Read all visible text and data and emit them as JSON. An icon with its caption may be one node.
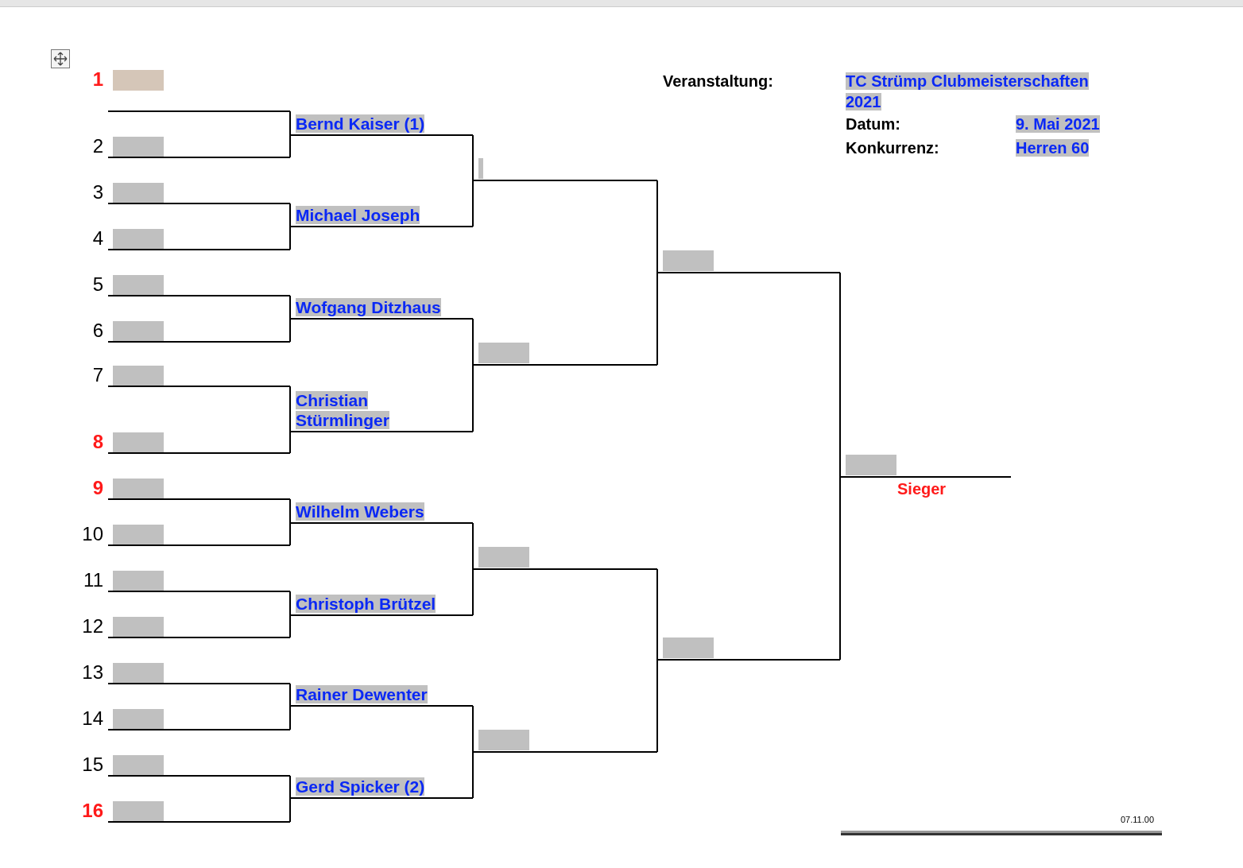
{
  "diagram": {
    "nodes": [
      {
        "text": [
          "1"
        ]
      },
      {
        "text": [
          "2"
        ]
      },
      {
        "text": [
          "3"
        ]
      },
      {
        "text": [
          "4"
        ]
      },
      {
        "text": [
          "5"
        ]
      },
      {
        "text": [
          "6"
        ]
      },
      {
        "text": [
          "7"
        ]
      },
      {
        "text": [
          "8"
        ]
      },
      {
        "text": [
          "9"
        ]
      },
      {
        "text": [
          "10"
        ]
      },
      {
        "text": [
          "11"
        ]
      },
      {
        "text": [
          "12"
        ]
      },
      {
        "text": [
          "13"
        ]
      },
      {
        "text": [
          "14"
        ]
      },
      {
        "text": [
          "15"
        ]
      },
      {
        "text": [
          "16"
        ]
      },
      {
        "text": [
          "Bernd Kaiser (1)"
        ]
      },
      {
        "text": [
          "Michael Joseph"
        ]
      },
      {
        "text": [
          "Wofgang Ditzhaus"
        ]
      },
      {
        "text": [
          "Christian Stürmlinger"
        ]
      },
      {
        "text": [
          "Wilhelm Webers"
        ]
      },
      {
        "text": [
          "Christoph Brützel"
        ]
      },
      {
        "text": [
          "Rainer Dewenter"
        ]
      },
      {
        "text": [
          "Gerd Spicker (2)"
        ]
      },
      {
        "text": [],
        "shape": "bar"
      },
      {
        "text": [],
        "shape": "bar"
      },
      {
        "text": [],
        "shape": "bar"
      },
      {
        "text": [],
        "shape": "bar"
      },
      {
        "text": [],
        "shape": "bar"
      },
      {
        "text": [],
        "shape": "bar"
      },
      {
        "text": [],
        "shape": "bar",
        "beside": [
          "Sieger"
        ]
      }
    ],
    "edges": [
      {
        "from": 0,
        "to": 16,
        "arrow": "none"
      },
      {
        "from": 1,
        "to": 16,
        "arrow": "none"
      },
      {
        "from": 2,
        "to": 17,
        "arrow": "none"
      },
      {
        "from": 3,
        "to": 17,
        "arrow": "none"
      },
      {
        "from": 4,
        "to": 18,
        "arrow": "none"
      },
      {
        "from": 5,
        "to": 18,
        "arrow": "none"
      },
      {
        "from": 6,
        "to": 19,
        "arrow": "none"
      },
      {
        "from": 7,
        "to": 19,
        "arrow": "none"
      },
      {
        "from": 8,
        "to": 20,
        "arrow": "none"
      },
      {
        "from": 9,
        "to": 20,
        "arrow": "none"
      },
      {
        "from": 10,
        "to": 21,
        "arrow": "none"
      },
      {
        "from": 11,
        "to": 21,
        "arrow": "none"
      },
      {
        "from": 12,
        "to": 22,
        "arrow": "none"
      },
      {
        "from": 13,
        "to": 22,
        "arrow": "none"
      },
      {
        "from": 14,
        "to": 23,
        "arrow": "none"
      },
      {
        "from": 15,
        "to": 23,
        "arrow": "none"
      },
      {
        "from": 16,
        "to": 24,
        "arrow": "none"
      },
      {
        "from": 17,
        "to": 24,
        "arrow": "none"
      },
      {
        "from": 18,
        "to": 25,
        "arrow": "none"
      },
      {
        "from": 19,
        "to": 25,
        "arrow": "none"
      },
      {
        "from": 20,
        "to": 26,
        "arrow": "none"
      },
      {
        "from": 21,
        "to": 26,
        "arrow": "none"
      },
      {
        "from": 22,
        "to": 27,
        "arrow": "none"
      },
      {
        "from": 23,
        "to": 27,
        "arrow": "none"
      },
      {
        "from": 24,
        "to": 28,
        "arrow": "none"
      },
      {
        "from": 25,
        "to": 28,
        "arrow": "none"
      },
      {
        "from": 26,
        "to": 29,
        "arrow": "none"
      },
      {
        "from": 27,
        "to": 29,
        "arrow": "none"
      },
      {
        "from": 28,
        "to": 30,
        "arrow": "none"
      },
      {
        "from": 29,
        "to": 30,
        "arrow": "none"
      }
    ],
    "labels": [
      "Veranstaltung:",
      "TC Strümp Clubmeisterschaften 2021",
      "Datum:",
      "9. Mai 2021",
      "Konkurrenz:",
      "Herren 60",
      "07.11.00"
    ]
  }
}
